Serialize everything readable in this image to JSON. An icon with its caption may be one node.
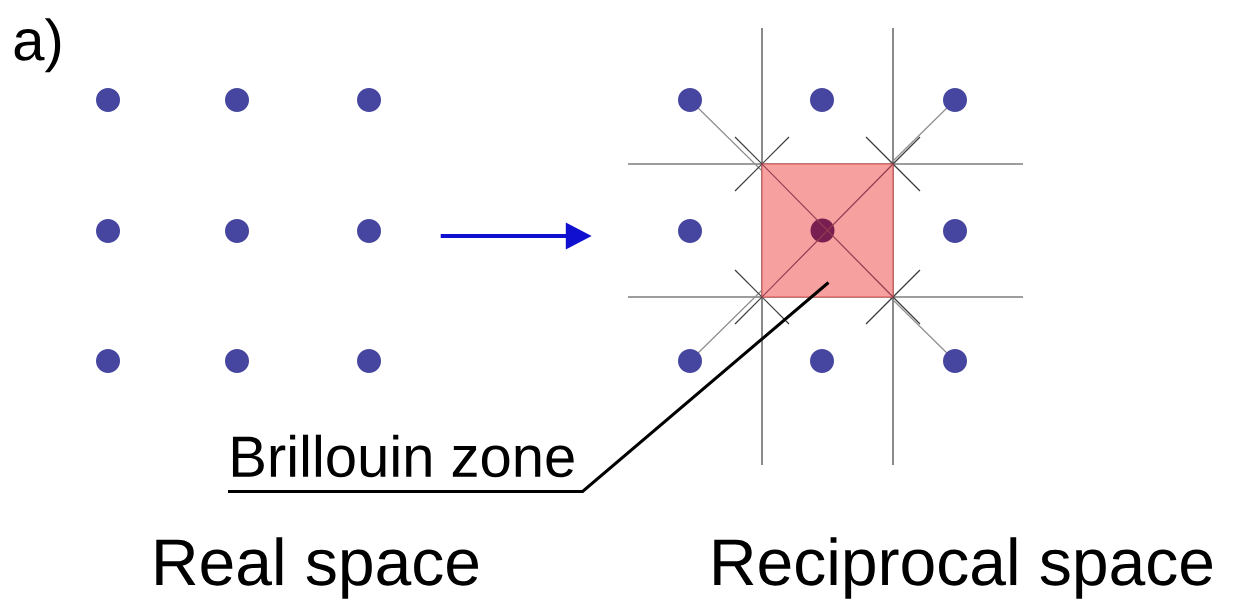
{
  "diagram": {
    "nodes": [
      {
        "text": [],
        "shape": "picture"
      },
      {
        "text": [],
        "shape": "picture"
      },
      {
        "text": [],
        "shape": "box",
        "in": 1
      },
      {
        "text": [
          "Brillouin zone"
        ]
      }
    ],
    "edges": [
      {
        "from": 0,
        "to": 1,
        "arrow": "to",
        "color": "#1010d0"
      },
      {
        "from": 3,
        "to": 2,
        "arrow": "none",
        "color": "#000000"
      }
    ],
    "labels": [
      "a)",
      "Real space",
      "Reciprocal space"
    ]
  }
}
